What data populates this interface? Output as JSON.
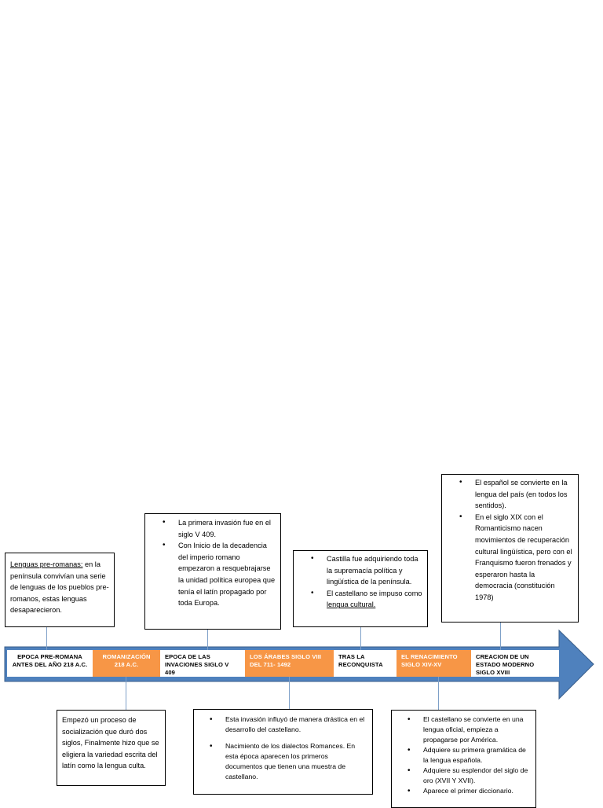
{
  "colors": {
    "arrow_fill": "#4f81bd",
    "arrow_border": "#385d8a",
    "segment_orange": "#f79646",
    "connector": "#7ea0c8"
  },
  "timeline": {
    "segments": [
      {
        "label": "EPOCA PRE-ROMANA ANTES DEL AÑO 218 A.C.",
        "style": "white"
      },
      {
        "label": "ROMANIZACIÓN 218 A.C.",
        "style": "orange"
      },
      {
        "label": "EPOCA DE LAS INVACIONES SIGLO V 409",
        "style": "white"
      },
      {
        "label": "LOS ÁRABES SIGLO VIII DEL 711- 1492",
        "style": "orange"
      },
      {
        "label": "TRAS LA RECONQUISTA",
        "style": "white"
      },
      {
        "label": "EL RENACIMIENTO SIGLO XIV-XV",
        "style": "orange"
      },
      {
        "label": "CREACION DE UN ESTADO MODERNO SIGLO XVIII",
        "style": "white"
      }
    ]
  },
  "notes": {
    "pre_romana": {
      "term": "Lenguas pre-romanas:",
      "text": " en la península convivían una serie de lenguas de los pueblos pre-romanos, estas lenguas desaparecieron."
    },
    "romanizacion": {
      "text": "Empezó un proceso de socialización que duró dos siglos, Finalmente hizo que se eligiera la variedad escrita del latín como la lengua culta."
    },
    "invasiones": {
      "items": [
        "La primera invasión fue en el siglo V 409.",
        "Con Inicio de la decadencia del imperio romano empezaron a resquebrajarse la unidad política europea que tenía el latín propagado por toda Europa."
      ]
    },
    "arabes": {
      "items": [
        "Esta invasión influyó de manera drástica en el desarrollo del castellano.",
        "Nacimiento de los dialectos Romances. En esta época aparecen los primeros documentos que tienen una muestra de castellano."
      ]
    },
    "reconquista": {
      "item1": "Castilla fue adquiriendo toda la supremacía política y lingüística de la península.",
      "item2_pre": "El castellano se impuso como ",
      "item2_underlined": "lengua cultural."
    },
    "renacimiento": {
      "items": [
        "El castellano se convierte en una lengua oficial, empieza a propagarse por América.",
        "Adquiere su primera gramática de la lengua española.",
        "Adquiere su esplendor del siglo de oro (XVII Y XVII).",
        "Aparece el primer diccionario."
      ]
    },
    "estado_moderno": {
      "items": [
        "El español se convierte en la lengua del país (en todos los sentidos).",
        "En el siglo XIX con el Romanticismo nacen movimientos de recuperación cultural lingüística, pero con el Franquismo fueron frenados y esperaron hasta la democracia  (constitución 1978)"
      ]
    }
  }
}
